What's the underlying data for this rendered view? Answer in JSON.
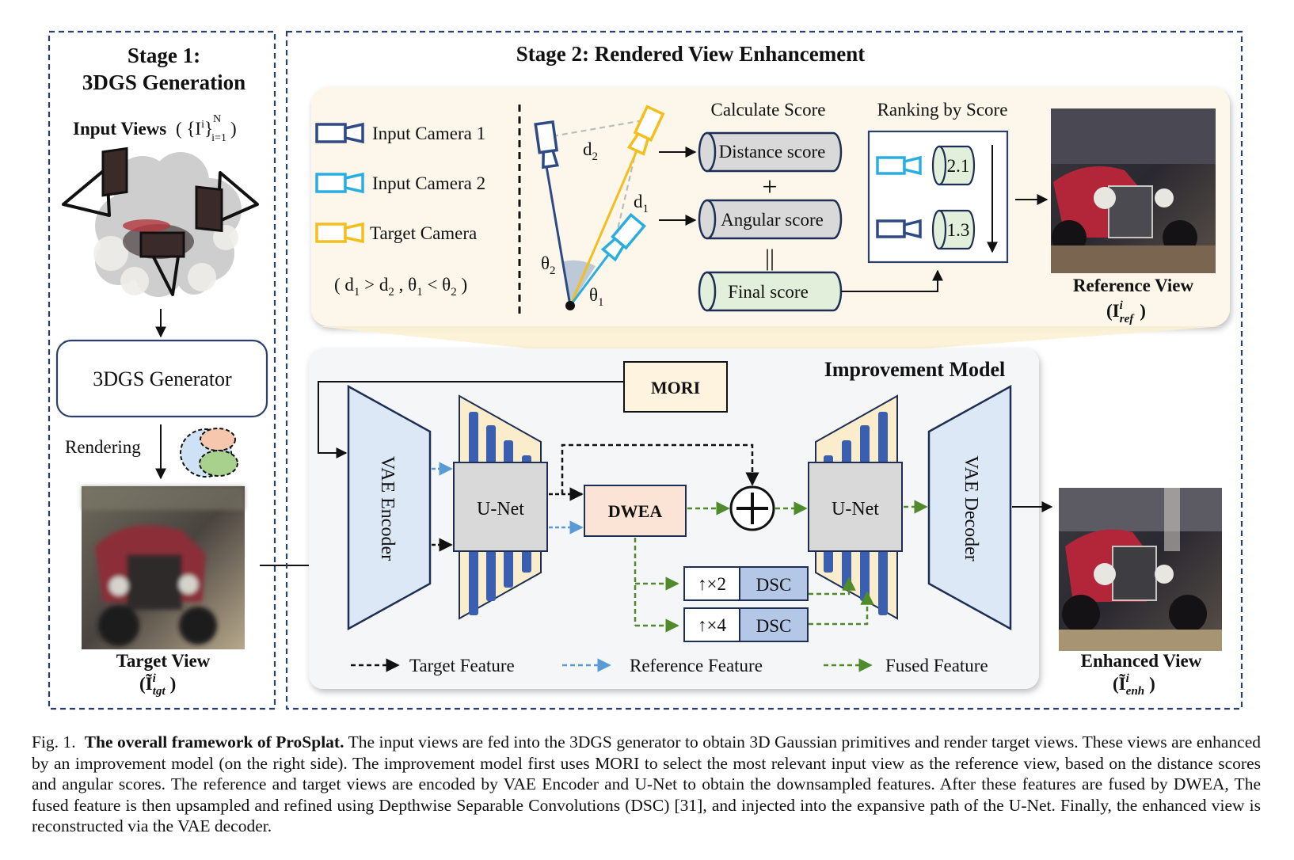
{
  "stage1": {
    "title_line1": "Stage 1:",
    "title_line2": "3DGS Generation",
    "input_views_label": "Input Views",
    "input_views_math": "( {I",
    "input_views_sup_i": "i",
    "input_views_close": "}",
    "input_views_sub": "i=1",
    "input_views_sup_n": "N",
    "input_views_paren": ")",
    "generator_label": "3DGS Generator",
    "rendering_label": "Rendering",
    "target_view_label": "Target View",
    "target_view_math": "(Ĩ",
    "target_view_sup": "i",
    "target_view_sub": "tgt",
    "target_view_paren": ")"
  },
  "stage2": {
    "title": "Stage 2: Rendered View Enhancement",
    "legend_cameras": [
      {
        "label": "Input Camera 1",
        "color": "#2e4a85"
      },
      {
        "label": "Input Camera 2",
        "color": "#2aaee0"
      },
      {
        "label": "Target Camera",
        "color": "#f2bf1c"
      }
    ],
    "condition": {
      "open": "( d",
      "s1": "1",
      "gt": " > d",
      "s2": "2",
      "comma": " , θ",
      "s3": "1",
      "lt": " < θ",
      "s4": "2",
      "close": " )"
    },
    "geometry_labels": {
      "d2": "d",
      "d2_sub": "2",
      "d1": "d",
      "d1_sub": "1",
      "theta2": "θ",
      "theta2_sub": "2",
      "theta1": "θ",
      "theta1_sub": "1"
    },
    "calculate_score_title": "Calculate Score",
    "distance_score": "Distance score",
    "plus_sign": "+",
    "angular_score": "Angular score",
    "equals_sign": "||",
    "final_score": "Final score",
    "ranking_title": "Ranking by Score",
    "rank_values": [
      "2.1",
      "1.3"
    ],
    "reference_view_label": "Reference View",
    "reference_view_math": "(I",
    "reference_view_sup": "i",
    "reference_view_sub": "ref",
    "reference_view_paren": ")"
  },
  "improvement": {
    "title": "Improvement Model",
    "mori": "MORI",
    "vae_encoder": "VAE Encoder",
    "unet_left": "U-Net",
    "dwea": "DWEA",
    "unet_right": "U-Net",
    "vae_decoder": "VAE Decoder",
    "dsc_rows": [
      {
        "scale": "↑×2",
        "label": "DSC"
      },
      {
        "scale": "↑×4",
        "label": "DSC"
      }
    ],
    "legend": [
      {
        "label": "Target Feature",
        "color": "#111111"
      },
      {
        "label": "Reference Feature",
        "color": "#5b9bd5"
      },
      {
        "label": "Fused Feature",
        "color": "#4f8a2b"
      }
    ],
    "enhanced_view_label": "Enhanced View",
    "enhanced_view_math": "(Ĩ",
    "enhanced_view_sup": "i",
    "enhanced_view_sub": "enh",
    "enhanced_view_paren": ")"
  },
  "caption": {
    "prefix": "Fig. 1.",
    "bold": "The overall framework of ProSplat.",
    "text": " The input views are fed into the 3DGS generator to obtain 3D Gaussian primitives and render target views. These views are enhanced by an improvement model (on the right side). The improvement model first uses MORI to select the most relevant input view as the reference view, based on the distance scores and angular scores. The reference and target views are encoded by VAE Encoder and U-Net to obtain the downsampled features. After these features are fused by DWEA, The fused feature is then upsampled and refined using Depthwise Separable Convolutions (DSC) [31], and injected into the expansive path of the U-Net. Finally, the enhanced view is reconstructed via the VAE decoder."
  },
  "colors": {
    "dashed_border": "#2b3f6b",
    "top_panel_bg": "#fcf7ea",
    "model_panel_bg": "#f5f6f8",
    "vae_fill": "#dce8f5",
    "unet_trap_fill": "#fbeccb",
    "unet_bar": "#3a5fb0",
    "unet_box": "#d9d9d9",
    "dwea_fill": "#fbe3d6",
    "mori_fill": "#fdf3df",
    "dsc_fill": "#b4c7e7",
    "score_grey": "#d9d9d9",
    "score_green": "#e2efda",
    "target_feature": "#111111",
    "reference_feature": "#5b9bd5",
    "fused_feature": "#4f8a2b"
  }
}
